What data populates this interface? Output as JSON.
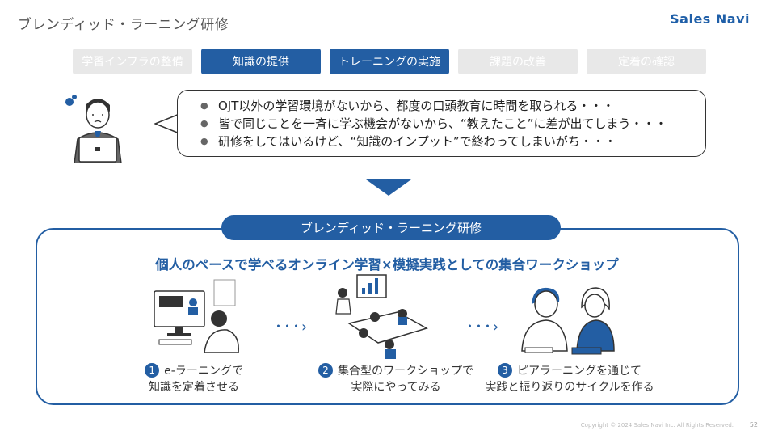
{
  "header": {
    "title": "ブレンディッド・ラーニング研修",
    "logo": "Sales Navi"
  },
  "steps": [
    {
      "label": "学習インフラの整備",
      "state": "inactive"
    },
    {
      "label": "知識の提供",
      "state": "active"
    },
    {
      "label": "トレーニングの実施",
      "state": "active"
    },
    {
      "label": "課題の改善",
      "state": "inactive"
    },
    {
      "label": "定着の確認",
      "state": "inactive"
    }
  ],
  "problems": [
    "OJT以外の学習環境がないから、都度の口頭教育に時間を取られる・・・",
    "皆で同じことを一斉に学ぶ機会がないから、“教えたこと”に差が出てしまう・・・",
    "研修をしてはいるけど、“知識のインプット”で終わってしまいがち・・・"
  ],
  "solution": {
    "label": "ブレンディッド・ラーニング研修",
    "headline": "個人のペースで学べるオンライン学習×模擬実践としての集合ワークショップ",
    "items": [
      {
        "num": "1",
        "line1": "e-ラーニングで",
        "line2": "知識を定着させる"
      },
      {
        "num": "2",
        "line1": "集合型のワークショップで",
        "line2": "実際にやってみる"
      },
      {
        "num": "3",
        "line1": "ピアラーニングを通じて",
        "line2": "実践と振り返りのサイクルを作る"
      }
    ],
    "dots": "･･･›"
  },
  "footer": {
    "copyright": "Copyright © 2024 Sales Navi Inc. All Rights Reserved.",
    "page": "52"
  },
  "colors": {
    "accent": "#235ea3",
    "inactive": "#e8e8e8"
  }
}
